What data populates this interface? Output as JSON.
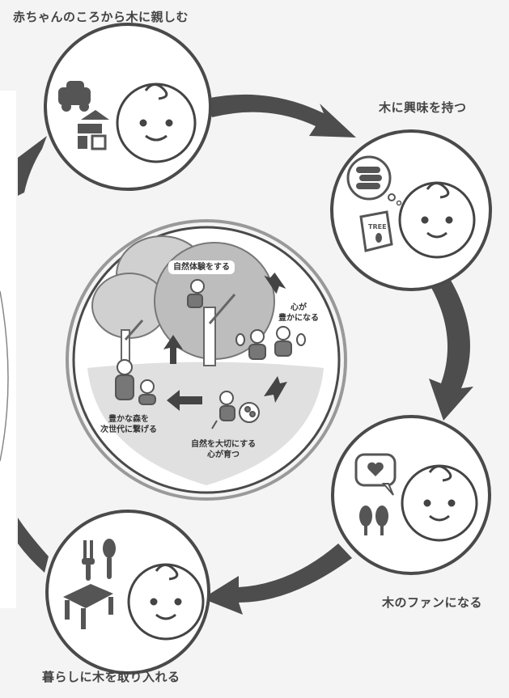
{
  "title": "赤ちゃんのころから木に親しむ",
  "stages": {
    "top_right": "木に興味を持つ",
    "right": "木のファンになる",
    "bottom": "暮らしに木を取り入れる"
  },
  "book_label": "TREE",
  "center": {
    "experience": "自然体験をする",
    "heart_l1": "心が",
    "heart_l2": "豊かになる",
    "cherish_l1": "自然を大切にする",
    "cherish_l2": "心が育つ",
    "forest_l1": "豊かな森を",
    "forest_l2": "次世代に繋げる"
  },
  "colors": {
    "background": "#f4f4f4",
    "circle_fill": "#ffffff",
    "circle_stroke": "#4a4a4a",
    "arrow": "#4d4d4d",
    "icon": "#555555"
  }
}
